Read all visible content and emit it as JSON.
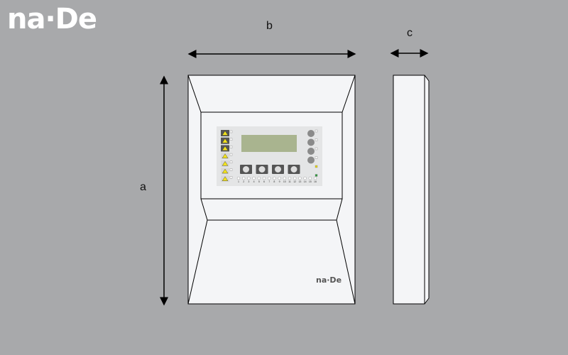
{
  "logo_text": "na·De",
  "device_brand": "na·De",
  "dimensions": {
    "a": "a",
    "b": "b",
    "c": "c"
  },
  "panel": {
    "left_indicators": 7,
    "buttons": [
      "menu-icon",
      "arrow-down-icon",
      "arrow-up-icon",
      "close-icon"
    ],
    "right_indicators": [
      "fire-alarm-icon",
      "sounder-off-icon",
      "sounder-icon",
      "reset-icon",
      "exit-icon",
      "check-icon"
    ],
    "zone_numbers": [
      "1",
      "2",
      "3",
      "4",
      "5",
      "6",
      "7",
      "8",
      "9",
      "10",
      "11",
      "12",
      "13",
      "14",
      "15",
      "16"
    ]
  },
  "colors": {
    "background": "#a8a9ab",
    "housing": "#f4f5f7",
    "lcd": "#a9b48f",
    "warning": "#f2e21c"
  }
}
